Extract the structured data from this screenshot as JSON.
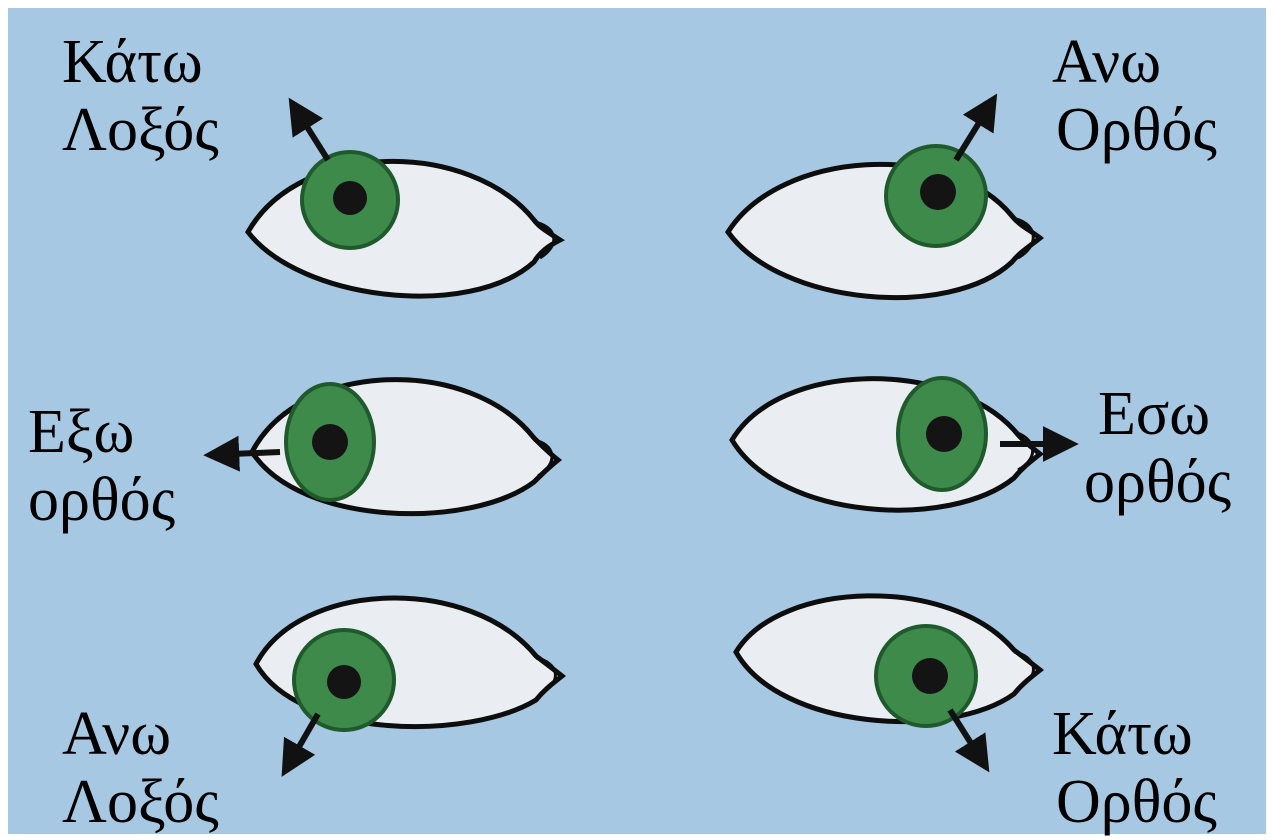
{
  "colors": {
    "background": "#a7c8e3",
    "frame": "#ffffff",
    "sclera": "#eaedf1",
    "eye_outline": "#0d0d0d",
    "iris": "#3e8a4a",
    "iris_dark": "#1f5a2c",
    "pupil": "#141414",
    "arrow": "#111111"
  },
  "labels": {
    "top_left": {
      "line1": "Κάτω",
      "line2": "Λοξός"
    },
    "top_right": {
      "line1": "Ανω",
      "line2": "Ορθός"
    },
    "mid_left": {
      "line1": "Εξω",
      "line2": "ορθός"
    },
    "mid_right": {
      "line1": "Εσω",
      "line2": "ορθός"
    },
    "bot_left": {
      "line1": "Ανω",
      "line2": "Λοξός"
    },
    "bot_right": {
      "line1": "Κάτω",
      "line2": "Ορθός"
    }
  },
  "eyes": [
    {
      "name": "eye-top-left",
      "gaze": "up-and-out"
    },
    {
      "name": "eye-top-right",
      "gaze": "up-and-in"
    },
    {
      "name": "eye-mid-left",
      "gaze": "out"
    },
    {
      "name": "eye-mid-right",
      "gaze": "in"
    },
    {
      "name": "eye-bot-left",
      "gaze": "down-and-out"
    },
    {
      "name": "eye-bot-right",
      "gaze": "down-and-in"
    }
  ]
}
